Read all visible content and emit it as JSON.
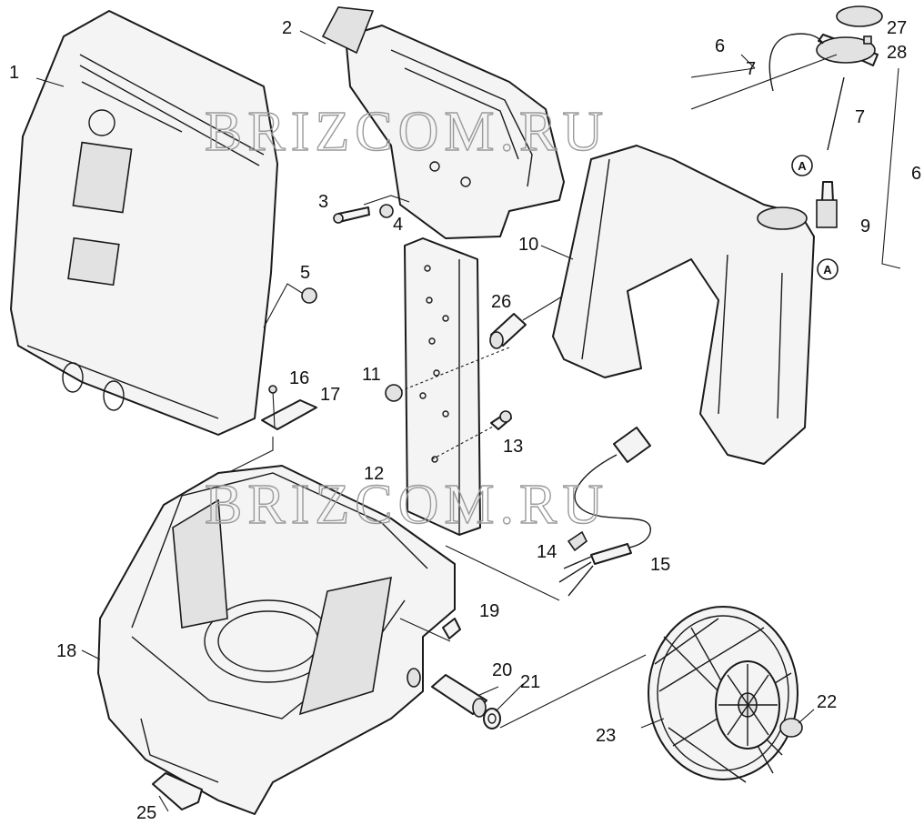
{
  "watermark": "BRIZCOM.RU",
  "badge_label": "A",
  "callouts": [
    "1",
    "2",
    "3",
    "4",
    "5",
    "6",
    "7",
    "7",
    "6",
    "27",
    "28",
    "9",
    "10",
    "26",
    "11",
    "12",
    "13",
    "14",
    "15",
    "16",
    "17",
    "18",
    "19",
    "20",
    "21",
    "22",
    "23",
    "25"
  ],
  "colors": {
    "line": "#1a1a1a",
    "fill": "#f4f4f4",
    "shade": "#e2e2e2",
    "watermark": "#9a9a9a"
  }
}
